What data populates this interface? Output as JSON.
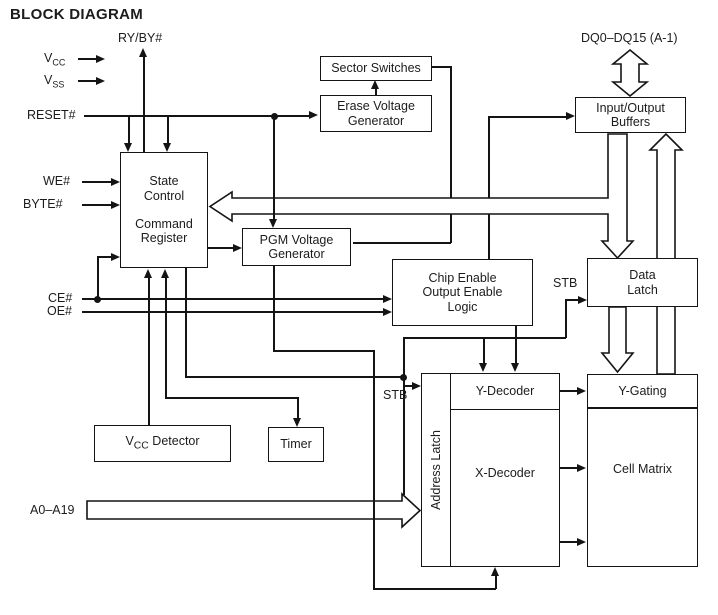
{
  "title": "BLOCK DIAGRAM",
  "signals": {
    "vcc": {
      "pre": "V",
      "sub": "CC"
    },
    "vss": {
      "pre": "V",
      "sub": "SS"
    },
    "reset": "RESET#",
    "we": "WE#",
    "byte": "BYTE#",
    "ce": "CE#",
    "oe": "OE#",
    "addresses": "A0–A19",
    "ready_busy": "RY/BY#",
    "data_bus": "DQ0–DQ15 (A-1)",
    "stb_address": "STB",
    "stb_data": "STB"
  },
  "blocks": {
    "state_control": {
      "line1": "State",
      "line2": "Control",
      "line3": "Command",
      "line4": "Register"
    },
    "sector_switches": "Sector Switches",
    "erase_voltage_generator": {
      "line1": "Erase Voltage",
      "line2": "Generator"
    },
    "pgm_voltage_generator": {
      "line1": "PGM Voltage",
      "line2": "Generator"
    },
    "chip_enable_logic": {
      "line1": "Chip Enable",
      "line2": "Output Enable",
      "line3": "Logic"
    },
    "io_buffers": {
      "line1": "Input/Output",
      "line2": "Buffers"
    },
    "data_latch": {
      "line1": "Data",
      "line2": "Latch"
    },
    "vcc_detector": {
      "pre": "V",
      "sub": "CC",
      "post": "Detector"
    },
    "timer": "Timer",
    "address_latch": "Address Latch",
    "y_decoder": "Y-Decoder",
    "x_decoder": "X-Decoder",
    "y_gating": "Y-Gating",
    "cell_matrix": "Cell Matrix"
  },
  "colors": {
    "line": "#141414",
    "text": "#1c1c1c",
    "background": "#ffffff"
  }
}
